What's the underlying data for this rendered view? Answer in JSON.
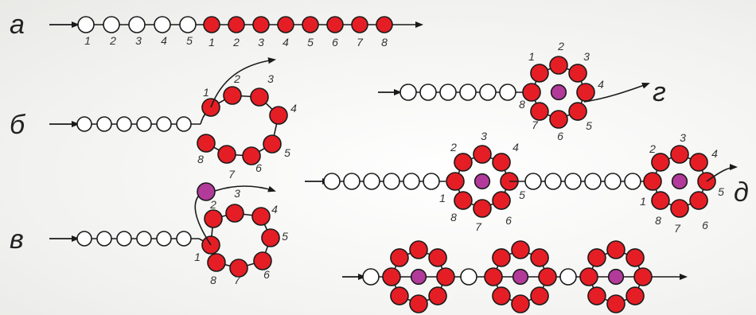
{
  "rows": {
    "a": {
      "letter": "а",
      "white_nums": [
        "1",
        "2",
        "3",
        "4",
        "5"
      ],
      "red_nums": [
        "1",
        "2",
        "3",
        "4",
        "5",
        "6",
        "7",
        "8"
      ]
    },
    "b": {
      "letter": "б",
      "ring_nums": [
        "1",
        "2",
        "3",
        "4",
        "5",
        "6",
        "7",
        "8"
      ]
    },
    "v": {
      "letter": "в",
      "ring_nums": [
        "1",
        "2",
        "3",
        "4",
        "5",
        "6",
        "7",
        "8"
      ]
    },
    "g": {
      "letter": "г",
      "ring_nums": [
        "1",
        "2",
        "3",
        "4",
        "5",
        "6",
        "7",
        "8"
      ]
    },
    "d": {
      "letter": "д",
      "ring1_nums": [
        "1",
        "2",
        "3",
        "4",
        "5",
        "6",
        "7",
        "8"
      ],
      "ring2_nums": [
        "1",
        "2",
        "3",
        "4",
        "5",
        "6",
        "7",
        "8"
      ]
    },
    "e": {
      "letter": ""
    }
  },
  "colors": {
    "red": "#e51e25",
    "purple": "#b23a9a",
    "white": "#ffffff",
    "line": "#1a1a1a"
  }
}
